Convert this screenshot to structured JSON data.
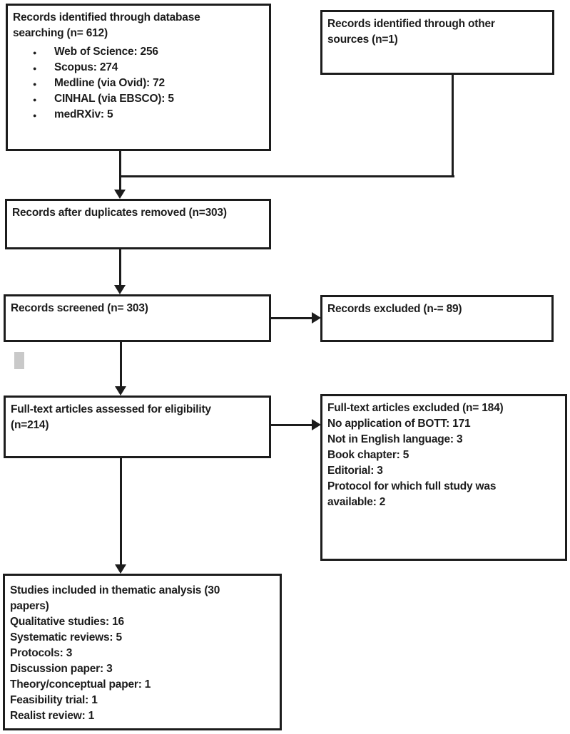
{
  "colors": {
    "line": "#1c1c1c",
    "text": "#1c1c1c",
    "background": "#ffffff",
    "artifact": "#c9c9c9"
  },
  "boxes": {
    "db_search": {
      "title": "Records identified through database\nsearching (n= 612)",
      "items": [
        "Web of Science: 256",
        "Scopus: 274",
        "Medline (via Ovid): 72",
        "CINHAL (via EBSCO): 5",
        "medRXiv: 5"
      ]
    },
    "other_sources": {
      "title": "Records identified through other\nsources (n=1)"
    },
    "after_duplicates": {
      "title": "Records after duplicates removed (n=303)"
    },
    "screened": {
      "title": "Records screened (n= 303)"
    },
    "records_excluded": {
      "title": "Records excluded (n-= 89)"
    },
    "fulltext_assessed": {
      "title": "Full-text articles assessed for eligibility\n(n=214)"
    },
    "fulltext_excluded": {
      "title": "Full-text articles excluded (n= 184)",
      "items": [
        "No application of BOTT: 171",
        "Not in English language: 3",
        "Book chapter: 5",
        "Editorial: 3",
        "Protocol for which full study was\navailable: 2"
      ]
    },
    "included": {
      "title": "Studies included in thematic analysis (30\npapers)",
      "items": [
        "Qualitative studies: 16",
        "Systematic reviews: 5",
        "Protocols: 3",
        "Discussion paper: 3",
        "Theory/conceptual paper: 1",
        "Feasibility trial: 1",
        "Realist review: 1"
      ]
    }
  }
}
